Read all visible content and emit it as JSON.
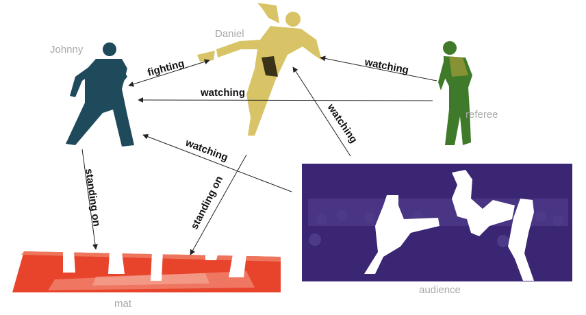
{
  "nodes": {
    "johnny": {
      "label": "Johnny",
      "color": "#1f4a5c"
    },
    "daniel": {
      "label": "Daniel",
      "color": "#d8c466"
    },
    "referee": {
      "label": "referee",
      "color": "#3f7a2a"
    },
    "audience": {
      "label": "audience",
      "color": "#3a2672"
    },
    "mat": {
      "label": "mat",
      "color": "#e8432b"
    }
  },
  "edges": [
    {
      "id": "daniel-johnny",
      "source": "Daniel",
      "target": "Johnny",
      "label": "fighting"
    },
    {
      "id": "referee-daniel",
      "source": "referee",
      "target": "Daniel",
      "label": "watching"
    },
    {
      "id": "referee-johnny",
      "source": "referee",
      "target": "Johnny",
      "label": "watching"
    },
    {
      "id": "audience-daniel",
      "source": "audience",
      "target": "Daniel",
      "label": "watching"
    },
    {
      "id": "audience-johnny",
      "source": "audience",
      "target": "Johnny",
      "label": "watching"
    },
    {
      "id": "johnny-mat",
      "source": "Johnny",
      "target": "mat",
      "label": "standing on"
    },
    {
      "id": "daniel-mat",
      "source": "Daniel",
      "target": "mat",
      "label": "standing on"
    }
  ]
}
